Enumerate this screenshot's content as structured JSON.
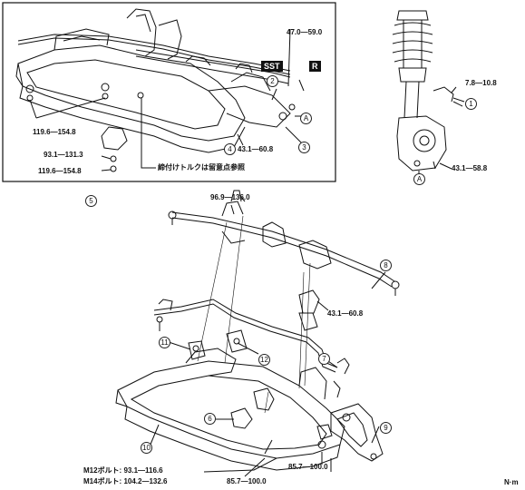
{
  "torques": {
    "t1": "47.0—59.0",
    "t2": "7.8—10.8",
    "t3": "119.6—154.8",
    "t4": "93.1—131.3",
    "t5": "119.6—154.8",
    "t6": "43.1—60.8",
    "t7": "43.1—58.8",
    "t8": "96.9—136.0",
    "t9": "43.1—60.8",
    "t10": "85.7—100.0",
    "t11": "85.7—100.0",
    "t12_label": "M12ボルト: 93.1—116.6",
    "t13_label": "M14ボルト: 104.2—132.6"
  },
  "note": "締付けトルクは留意点参照",
  "badges": {
    "sst": "SST",
    "r": "R"
  },
  "callouts": [
    "1",
    "2",
    "3",
    "4",
    "5",
    "6",
    "7",
    "8",
    "9",
    "10",
    "11",
    "12"
  ],
  "ref_a": "A",
  "unit": "N·m"
}
